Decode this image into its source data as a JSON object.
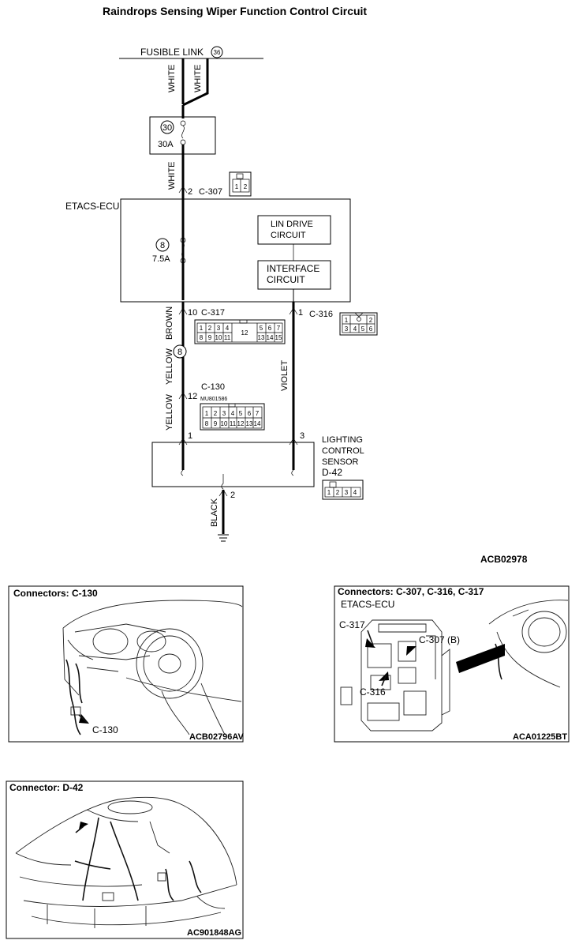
{
  "title": "Raindrops Sensing Wiper Function Control Circuit",
  "power": {
    "label": "FUSIBLE LINK",
    "link_no": "36"
  },
  "wires": {
    "white_left": "WHITE",
    "white_right": "WHITE",
    "white_lower": "WHITE",
    "brown": "BROWN",
    "yellow_1": "YELLOW",
    "yellow_2": "YELLOW",
    "violet": "VIOLET",
    "black": "BLACK"
  },
  "fuse_box": {
    "no": "30",
    "rating": "30A"
  },
  "ecu": {
    "name": "ETACS-ECU",
    "fuse_no": "8",
    "fuse_rating": "7.5A",
    "lin_line1": "LIN DRIVE",
    "lin_line2": "CIRCUIT",
    "if_line1": "INTERFACE",
    "if_line2": "CIRCUIT"
  },
  "connectors": {
    "c307": {
      "pin": "2",
      "name": "C-307",
      "cells": [
        "1",
        "2"
      ]
    },
    "c317": {
      "pin": "10",
      "name": "C-317",
      "row1": [
        "1",
        "2",
        "3",
        "4",
        "12",
        "5",
        "6",
        "7"
      ],
      "row2": [
        "8",
        "9",
        "10",
        "11",
        "13",
        "14",
        "15"
      ]
    },
    "c316": {
      "pin": "1",
      "name": "C-316",
      "row1": [
        "1",
        "2"
      ],
      "row2": [
        "3",
        "4",
        "5",
        "6"
      ]
    },
    "splice": "8",
    "c130": {
      "pin": "12",
      "name": "C-130",
      "part_no": "MU801586",
      "row1": [
        "1",
        "2",
        "3",
        "4",
        "5",
        "6",
        "7"
      ],
      "row2": [
        "8",
        "9",
        "10",
        "11",
        "12",
        "13",
        "14"
      ]
    },
    "d42": {
      "cells": [
        "1",
        "2",
        "3",
        "4"
      ]
    }
  },
  "sensor": {
    "pin_left": "1",
    "pin_right": "3",
    "pin_ground": "2",
    "line1": "LIGHTING",
    "line2": "CONTROL",
    "line3": "SENSOR",
    "code": "D-42"
  },
  "diagram_code": "ACB02978",
  "panels": {
    "c130": {
      "title": "Connectors: C-130",
      "callout": "C-130",
      "code": "ACB02796AV"
    },
    "c307": {
      "title": "Connectors: C-307, C-316, C-317",
      "sub": "ETACS-ECU",
      "callout_c317": "C-317",
      "callout_c307": "C-307 (B)",
      "callout_c316": "C-316",
      "code": "ACA01225BT"
    },
    "d42": {
      "title": "Connector: D-42",
      "code": "AC901848AG"
    }
  }
}
